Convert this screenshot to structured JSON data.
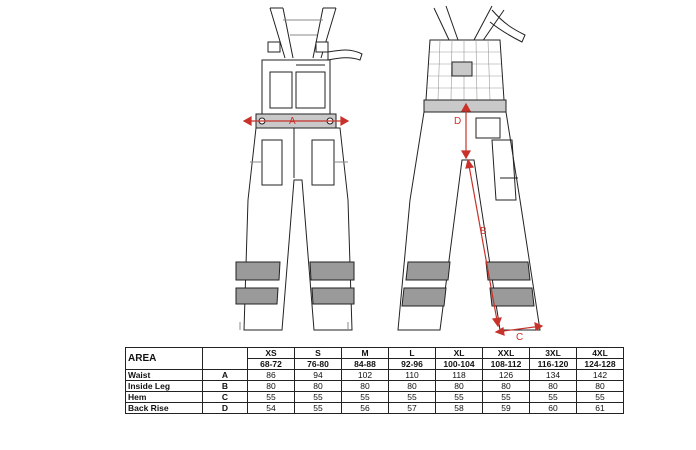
{
  "measure_color": "#c8322b",
  "labels": {
    "a": "A",
    "b": "B",
    "c": "C",
    "d": "D"
  },
  "table": {
    "area_header": "AREA",
    "sizes": [
      {
        "name": "XS",
        "range": "68-72"
      },
      {
        "name": "S",
        "range": "76-80"
      },
      {
        "name": "M",
        "range": "84-88"
      },
      {
        "name": "L",
        "range": "92-96"
      },
      {
        "name": "XL",
        "range": "100-104"
      },
      {
        "name": "XXL",
        "range": "108-112"
      },
      {
        "name": "3XL",
        "range": "116-120"
      },
      {
        "name": "4XL",
        "range": "124-128"
      }
    ],
    "rows": [
      {
        "label": "Waist",
        "code": "A",
        "values": [
          "86",
          "94",
          "102",
          "110",
          "118",
          "126",
          "134",
          "142"
        ]
      },
      {
        "label": "Inside Leg",
        "code": "B",
        "values": [
          "80",
          "80",
          "80",
          "80",
          "80",
          "80",
          "80",
          "80"
        ]
      },
      {
        "label": "Hem",
        "code": "C",
        "values": [
          "55",
          "55",
          "55",
          "55",
          "55",
          "55",
          "55",
          "55"
        ]
      },
      {
        "label": "Back Rise",
        "code": "D",
        "values": [
          "54",
          "55",
          "56",
          "57",
          "58",
          "59",
          "60",
          "61"
        ]
      }
    ]
  }
}
